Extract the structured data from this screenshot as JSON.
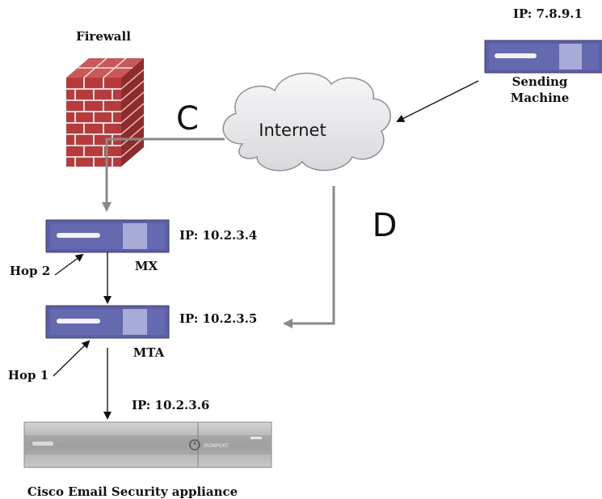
{
  "firewall": {
    "label": "Firewall"
  },
  "internet": {
    "label": "Internet"
  },
  "sending_machine": {
    "ip": "IP: 7.8.9.1",
    "name_line1": "Sending",
    "name_line2": "Machine"
  },
  "paths": {
    "c_label": "C",
    "d_label": "D"
  },
  "mx": {
    "ip": "IP: 10.2.3.4",
    "name": "MX",
    "hop": "Hop 2"
  },
  "mta": {
    "ip": "IP: 10.2.3.5",
    "name": "MTA",
    "hop": "Hop 1"
  },
  "appliance": {
    "ip": "IP: 10.2.3.6",
    "name": "Cisco Email Security appliance",
    "panel_text": "IRONPORT"
  },
  "colors": {
    "server_body": "#5a5fa6",
    "server_slot": "#f2f2f6",
    "server_accent": "#a8abd6",
    "firewall_brick": "#b83a3a",
    "mortar": "#f3dede",
    "cloud_fill": "#ececee",
    "path_gray": "#8a8a8a",
    "appliance_gray": "#b9b9b9"
  }
}
